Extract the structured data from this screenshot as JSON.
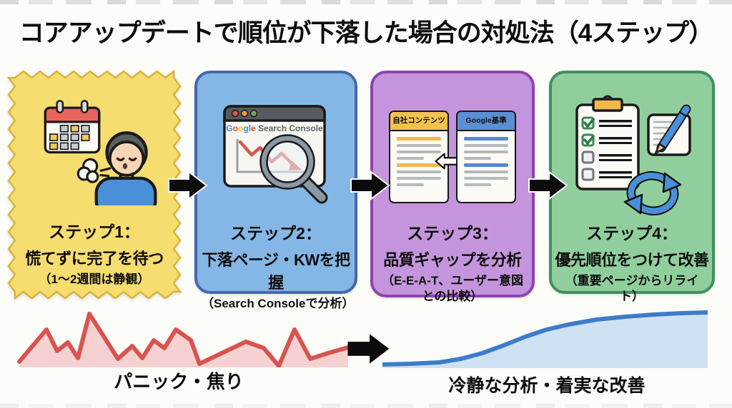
{
  "page": {
    "title": "コアアップデートで順位が下落した場合の対処法（4ステップ）"
  },
  "steps": [
    {
      "heading": "ステップ1：",
      "action": "慌てずに完了を待つ",
      "note": "（1〜2週間は静観）",
      "icons": [
        "calendar-icon",
        "sighing-person-icon"
      ],
      "colors": {
        "fill": "#F6DD6F",
        "border": "#D9B53C"
      }
    },
    {
      "heading": "ステップ2：",
      "action": "下落ページ・KWを把握",
      "note": "（Search Consoleで分析）",
      "browser_title_brand": "Google",
      "browser_title_rest": " Search Console",
      "icons": [
        "browser-window-icon",
        "declining-graph-icon",
        "magnifier-icon"
      ],
      "colors": {
        "fill": "#85B7E6",
        "border": "#4468AE"
      }
    },
    {
      "heading": "ステップ3：",
      "action": "品質ギャップを分析",
      "note": "（E-E-A-T、ユーザー意図との比較）",
      "doc_left_label": "自社コンテンツ",
      "doc_right_label": "Google基準",
      "doc_left_color": "#F2C24E",
      "doc_right_color": "#5B8FD4",
      "doc_left_line_color": "#EDB94F",
      "doc_right_line_color": "#5588D0",
      "icons": [
        "document-icon",
        "compare-arrows-icon",
        "document-icon"
      ],
      "colors": {
        "fill": "#C495DC",
        "border": "#8E44AD"
      }
    },
    {
      "heading": "ステップ4：",
      "action": "優先順位をつけて改善",
      "note": "（重要ページからリライト）",
      "icons": [
        "clipboard-checklist-icon",
        "note-pencil-icon",
        "refresh-cycle-icon"
      ],
      "colors": {
        "fill": "#90CF9D",
        "border": "#41905F"
      }
    }
  ],
  "google_brand_colors": [
    "#4285F4",
    "#EA4335",
    "#FBBC05",
    "#4285F4",
    "#34A853",
    "#EA4335"
  ],
  "bottom": {
    "panic_label": "パニック・焦り",
    "calm_label": "冷静な分析・着実な改善"
  },
  "chart_data": [
    {
      "type": "area",
      "name": "panic",
      "title": "パニック・焦り",
      "description": "volatile jagged ranking/emotion line, no axes shown",
      "line_color": "#D9534F",
      "fill_color": "#F5D2D1",
      "x_range": [
        0,
        470
      ],
      "y_range": [
        0,
        85
      ],
      "baseline_y": 85,
      "points": [
        [
          5,
          77
        ],
        [
          43,
          32
        ],
        [
          58,
          62
        ],
        [
          73,
          50
        ],
        [
          87,
          72
        ],
        [
          103,
          10
        ],
        [
          143,
          73
        ],
        [
          163,
          55
        ],
        [
          177,
          72
        ],
        [
          193,
          47
        ],
        [
          208,
          58
        ],
        [
          224,
          32
        ],
        [
          245,
          47
        ],
        [
          257,
          80
        ],
        [
          322,
          49
        ],
        [
          347,
          58
        ],
        [
          368,
          83
        ],
        [
          390,
          32
        ],
        [
          412,
          73
        ],
        [
          437,
          65
        ],
        [
          465,
          57
        ]
      ]
    },
    {
      "type": "area",
      "name": "calm",
      "title": "冷静な分析・着実な改善",
      "description": "smooth rising S-curve of steady improvement, no axes shown",
      "line_color": "#3D7CC9",
      "fill_color": "#CFE2F4",
      "x_range": [
        0,
        455
      ],
      "y_range": [
        0,
        85
      ],
      "baseline_y": 85,
      "points": [
        [
          0,
          80
        ],
        [
          40,
          79
        ],
        [
          80,
          77
        ],
        [
          110,
          72
        ],
        [
          140,
          64
        ],
        [
          170,
          53
        ],
        [
          200,
          41
        ],
        [
          230,
          31
        ],
        [
          260,
          24
        ],
        [
          300,
          17
        ],
        [
          340,
          13
        ],
        [
          380,
          10
        ],
        [
          420,
          8
        ],
        [
          455,
          7
        ]
      ]
    }
  ]
}
